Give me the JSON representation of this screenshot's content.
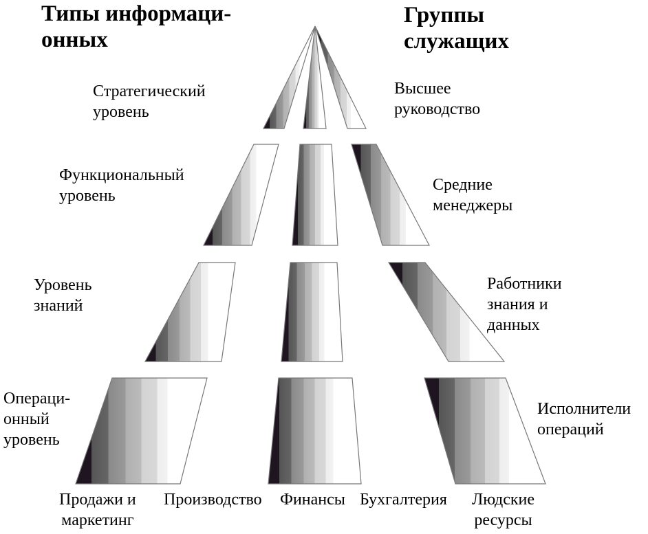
{
  "titles": {
    "left": [
      "Типы информаци-",
      "онных"
    ],
    "right": [
      "Группы",
      "служащих"
    ]
  },
  "levels": [
    [
      "Стратегический",
      "уровень"
    ],
    [
      "Функциональный",
      "уровень"
    ],
    [
      "Уровень",
      "знаний"
    ],
    [
      "Операци-",
      "онный",
      "уровень"
    ]
  ],
  "groups": [
    [
      "Высшее",
      "руководство"
    ],
    [
      "Средние",
      "менеджеры"
    ],
    [
      "Работники",
      "знания и",
      "данных"
    ],
    [
      "Исполнители",
      "операций"
    ]
  ],
  "departments": [
    [
      "Продажи и",
      "маркетинг"
    ],
    [
      "Производство"
    ],
    [
      "Финансы"
    ],
    [
      "Бухгалтерия"
    ],
    [
      "Людские",
      "ресурсы"
    ]
  ],
  "colors": {
    "dark": "#1e1520",
    "light": "#ffffff"
  }
}
